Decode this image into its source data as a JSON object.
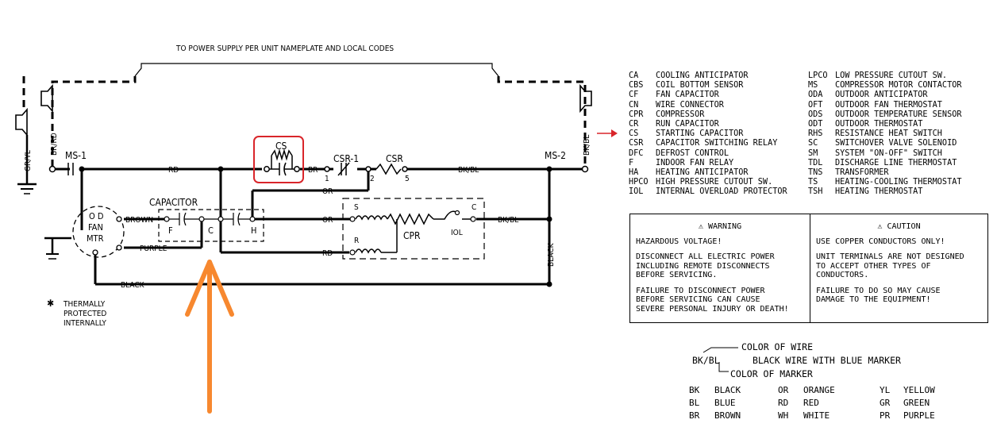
{
  "header": {
    "supply_text": "TO POWER SUPPLY PER UNIT NAMEPLATE AND LOCAL CODES"
  },
  "labels": {
    "gr_yl": "GR/YL",
    "br_rd": "BR/RD",
    "bk_bl_vert": "BK/BL",
    "ms1": "MS-1",
    "ms2": "MS-2",
    "cs": "CS",
    "csr1": "CSR-1",
    "csr": "CSR",
    "num1": "1",
    "num2": "2",
    "num5": "5",
    "rd_top": "RD",
    "br_mid": "BR",
    "bk_bl_top": "BK/BL",
    "capacitor": "CAPACITOR",
    "cap_f": "F",
    "cap_c": "C",
    "cap_h": "H",
    "or_up": "OR",
    "or_mid": "OR",
    "rd_low": "RD",
    "brown": "BROWN",
    "purple": "PURPLE",
    "black_h": "BLACK",
    "black_v": "BLACK",
    "bk_bl_cpr": "BK/BL",
    "cpr": "CPR",
    "iol": "IOL",
    "s": "S",
    "r": "R",
    "c_term": "C",
    "od": "O D",
    "fan": "FAN",
    "mtr": "MTR",
    "note_star": "✱",
    "note_1": "THERMALLY",
    "note_2": "PROTECTED",
    "note_3": "INTERNALLY"
  },
  "legend_left": [
    {
      "abbr": "CA",
      "desc": "COOLING ANTICIPATOR"
    },
    {
      "abbr": "CBS",
      "desc": "COIL BOTTOM SENSOR"
    },
    {
      "abbr": "CF",
      "desc": "FAN CAPACITOR"
    },
    {
      "abbr": "CN",
      "desc": "WIRE CONNECTOR"
    },
    {
      "abbr": "CPR",
      "desc": "COMPRESSOR"
    },
    {
      "abbr": "CR",
      "desc": "RUN CAPACITOR"
    },
    {
      "abbr": "CS",
      "desc": "STARTING CAPACITOR"
    },
    {
      "abbr": "CSR",
      "desc": "CAPACITOR SWITCHING RELAY"
    },
    {
      "abbr": "DFC",
      "desc": "DEFROST CONTROL"
    },
    {
      "abbr": "F",
      "desc": "INDOOR FAN RELAY"
    },
    {
      "abbr": "HA",
      "desc": "HEATING ANTICIPATOR"
    },
    {
      "abbr": "HPCO",
      "desc": "HIGH PRESSURE CUTOUT SW."
    },
    {
      "abbr": "IOL",
      "desc": "INTERNAL OVERLOAD PROTECTOR"
    }
  ],
  "legend_right": [
    {
      "abbr": "LPCO",
      "desc": "LOW PRESSURE CUTOUT SW."
    },
    {
      "abbr": "MS",
      "desc": "COMPRESSOR MOTOR CONTACTOR"
    },
    {
      "abbr": "ODA",
      "desc": "OUTDOOR ANTICIPATOR"
    },
    {
      "abbr": "OFT",
      "desc": "OUTDOOR FAN THERMOSTAT"
    },
    {
      "abbr": "ODS",
      "desc": "OUTDOOR TEMPERATURE SENSOR"
    },
    {
      "abbr": "ODT",
      "desc": "OUTDOOR THERMOSTAT"
    },
    {
      "abbr": "RHS",
      "desc": "RESISTANCE HEAT SWITCH"
    },
    {
      "abbr": "SC",
      "desc": "SWITCHOVER VALVE SOLENOID"
    },
    {
      "abbr": "SM",
      "desc": "SYSTEM \"ON-OFF\" SWITCH"
    },
    {
      "abbr": "TDL",
      "desc": "DISCHARGE LINE THERMOSTAT"
    },
    {
      "abbr": "TNS",
      "desc": "TRANSFORMER"
    },
    {
      "abbr": "TS",
      "desc": "HEATING-COOLING THERMOSTAT"
    },
    {
      "abbr": "TSH",
      "desc": "HEATING THERMOSTAT"
    }
  ],
  "warning": {
    "title": "WARNING",
    "p1": "HAZARDOUS VOLTAGE!",
    "p2": "DISCONNECT ALL ELECTRIC POWER\nINCLUDING REMOTE DISCONNECTS\nBEFORE SERVICING.",
    "p3": "FAILURE TO DISCONNECT POWER\nBEFORE SERVICING CAN CAUSE\nSEVERE PERSONAL INJURY OR DEATH!"
  },
  "caution": {
    "title": "CAUTION",
    "p1": "USE COPPER CONDUCTORS ONLY!",
    "p2": "UNIT TERMINALS ARE NOT DESIGNED\nTO ACCEPT OTHER TYPES OF\nCONDUCTORS.",
    "p3": "FAILURE TO DO SO MAY CAUSE\nDAMAGE TO THE EQUIPMENT!"
  },
  "wire_key": {
    "color_of_wire": "COLOR OF WIRE",
    "example": "BK/BL",
    "example_desc": "BLACK WIRE WITH BLUE MARKER",
    "color_of_marker": "COLOR OF MARKER"
  },
  "color_codes": [
    [
      "BK",
      "BLACK",
      "OR",
      "ORANGE",
      "YL",
      "YELLOW"
    ],
    [
      "BL",
      "BLUE",
      "RD",
      "RED",
      "GR",
      "GREEN"
    ],
    [
      "BR",
      "BROWN",
      "WH",
      "WHITE",
      "PR",
      "PURPLE"
    ]
  ],
  "colors": {
    "highlight_box": "#d9252a",
    "legend_arrow": "#d9252a",
    "pointer_arrow": "#f7882f"
  }
}
